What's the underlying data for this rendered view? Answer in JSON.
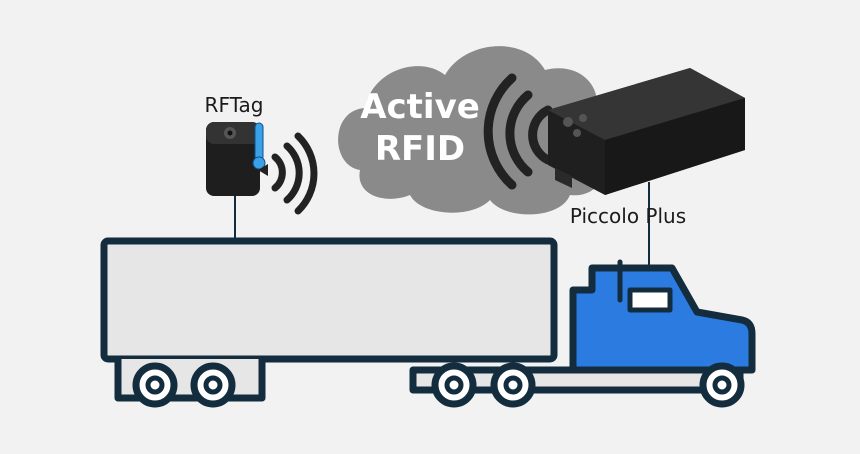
{
  "labels": {
    "rftag": "RFTag",
    "cloud_line1": "Active",
    "cloud_line2": "RFID",
    "piccolo": "Piccolo Plus"
  },
  "colors": {
    "background": "#f2f2f2",
    "outline": "#132c3e",
    "trailer_fill": "#e6e6e6",
    "cab_fill": "#2c7be0",
    "cloud": "#8a8a8a",
    "device": "#1f1f1f",
    "thermometer": "#3aa0e8"
  },
  "icons": [
    "cloud-icon",
    "rf-tag-device-icon",
    "thermometer-icon",
    "wireless-signal-icon",
    "gps-tracker-device-icon",
    "truck-icon"
  ]
}
